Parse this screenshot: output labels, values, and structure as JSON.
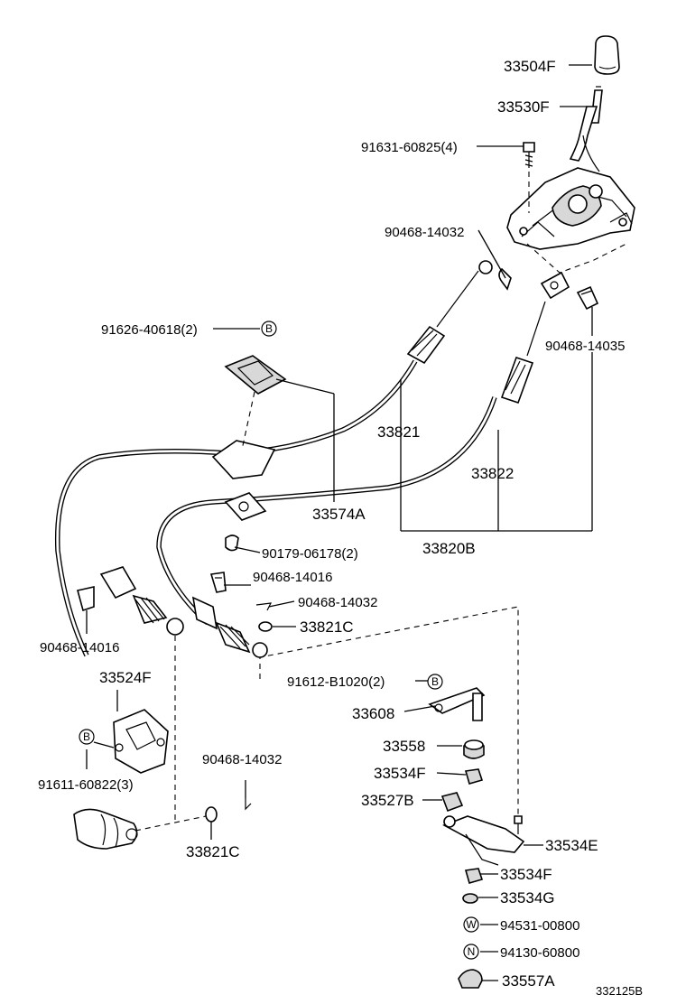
{
  "diagram": {
    "callouts": {
      "c33504F": "33504F",
      "c33530F": "33530F",
      "c91631": "91631-60825(4)",
      "c90468_14032_top": "90468-14032",
      "c91626": "91626-40618(2)",
      "c90468_14035": "90468-14035",
      "c33821": "33821",
      "c33822": "33822",
      "c33574A": "33574A",
      "c33820B": "33820B",
      "c90179": "90179-06178(2)",
      "c90468_14016_mid": "90468-14016",
      "c90468_14032_mid": "90468-14032",
      "c33821C_mid": "33821C",
      "c90468_14016_left": "90468-14016",
      "c91612": "91612-B1020(2)",
      "c33524F": "33524F",
      "c33608": "33608",
      "c91611": "91611-60822(3)",
      "c33558": "33558",
      "c90468_14032_low": "90468-14032",
      "c33534F_a": "33534F",
      "c33527B": "33527B",
      "c33821C_low": "33821C",
      "c33534E": "33534E",
      "c33534F_b": "33534F",
      "c33534G": "33534G",
      "c94531": "94531-00800",
      "c94130": "94130-60800",
      "c33557A": "33557A"
    },
    "symbols": {
      "b1": "B",
      "b2": "B",
      "b3": "B",
      "w": "W",
      "n": "N"
    },
    "figure_code": "332125B"
  }
}
